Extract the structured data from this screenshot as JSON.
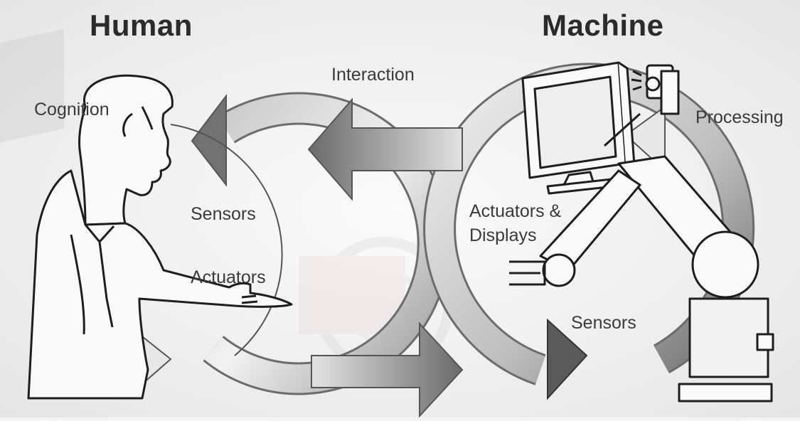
{
  "human": {
    "title": "Human",
    "cognition": "Cognition",
    "sensors": "Sensors",
    "actuators": "Actuators"
  },
  "machine": {
    "title": "Machine",
    "processing": "Processing",
    "actuators_displays_line1": "Actuators &",
    "actuators_displays_line2": "Displays",
    "sensors": "Sensors"
  },
  "interaction": "Interaction",
  "colors": {
    "background": "#f4f4f4",
    "arrow_dark": "#6f6f6f",
    "arrow_light": "#dcdcdc",
    "line": "#1e1e1e"
  }
}
